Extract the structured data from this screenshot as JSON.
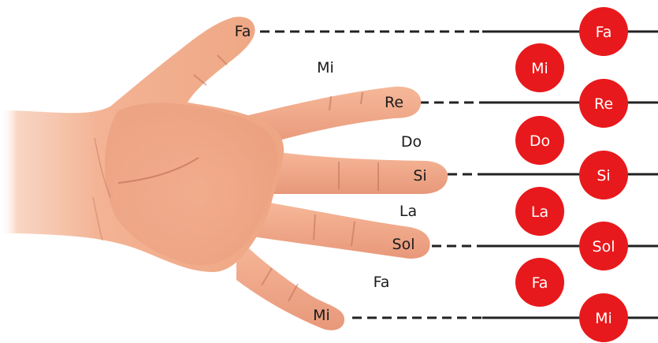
{
  "colors": {
    "note_fill": "#e8191c",
    "note_text": "#ffffff",
    "staff_line": "#222222",
    "skin_light": "#f7c2a5",
    "skin_mid": "#eda37f",
    "skin_dark": "#d98566",
    "crease": "#b25f4a"
  },
  "hand": {
    "finger_tips": {
      "thumb": "Fa",
      "index": "Re",
      "middle": "Si",
      "ring": "Sol",
      "pinky": "Mi"
    },
    "between_fingers": {
      "thumb_index": "Mi",
      "index_middle": "Do",
      "middle_ring": "La",
      "ring_pinky": "Fa"
    }
  },
  "staff": {
    "line_notes": [
      "Fa",
      "Re",
      "Si",
      "Sol",
      "Mi"
    ],
    "space_notes": [
      "Mi",
      "Do",
      "La",
      "Fa"
    ]
  }
}
